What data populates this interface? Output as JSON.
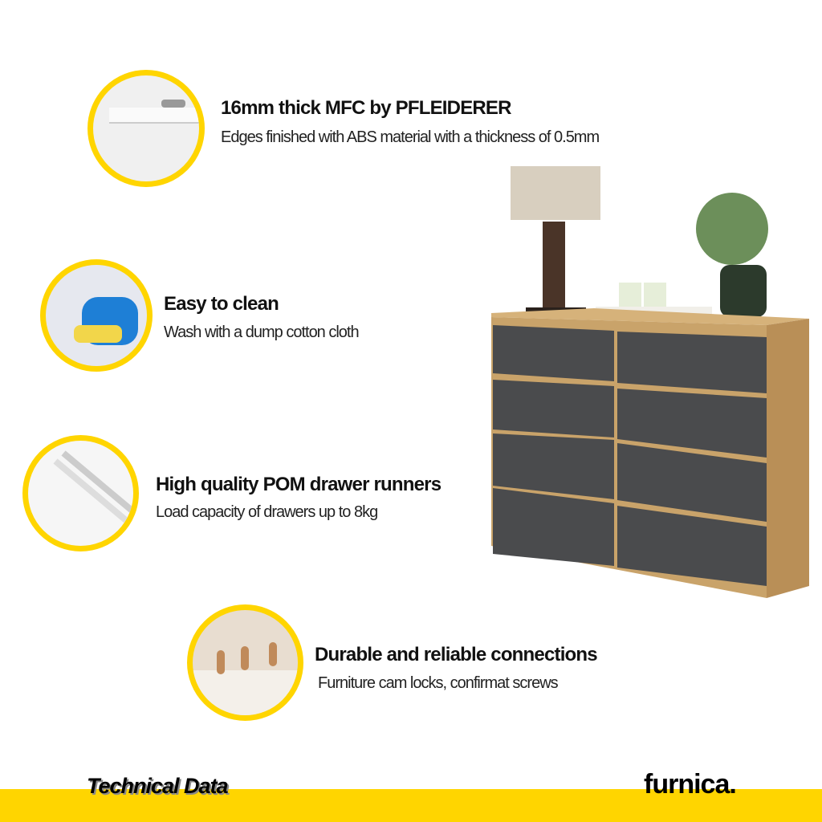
{
  "features": [
    {
      "title": "16mm thick MFC  by PFLEIDERER",
      "subtitle": "Edges  finished with ABS material with a thickness of 0.5mm",
      "icon": "mfc-board-edge-photo"
    },
    {
      "title": "Easy to clean",
      "subtitle": "Wash with a dump cotton cloth",
      "icon": "cleaning-spray-photo"
    },
    {
      "title": "High quality POM drawer runners",
      "subtitle": "Load capacity of drawers up to 8kg",
      "icon": "drawer-runners-photo"
    },
    {
      "title": "Durable and reliable connections",
      "subtitle": "Furniture cam locks, confirmat screws",
      "icon": "wooden-dowels-photo"
    }
  ],
  "footer": {
    "label": "Technical Data",
    "brand": "furnica."
  },
  "colors": {
    "accent": "#FFD500",
    "drawer": "#4a4b4d",
    "oak": "#c9a36a"
  }
}
